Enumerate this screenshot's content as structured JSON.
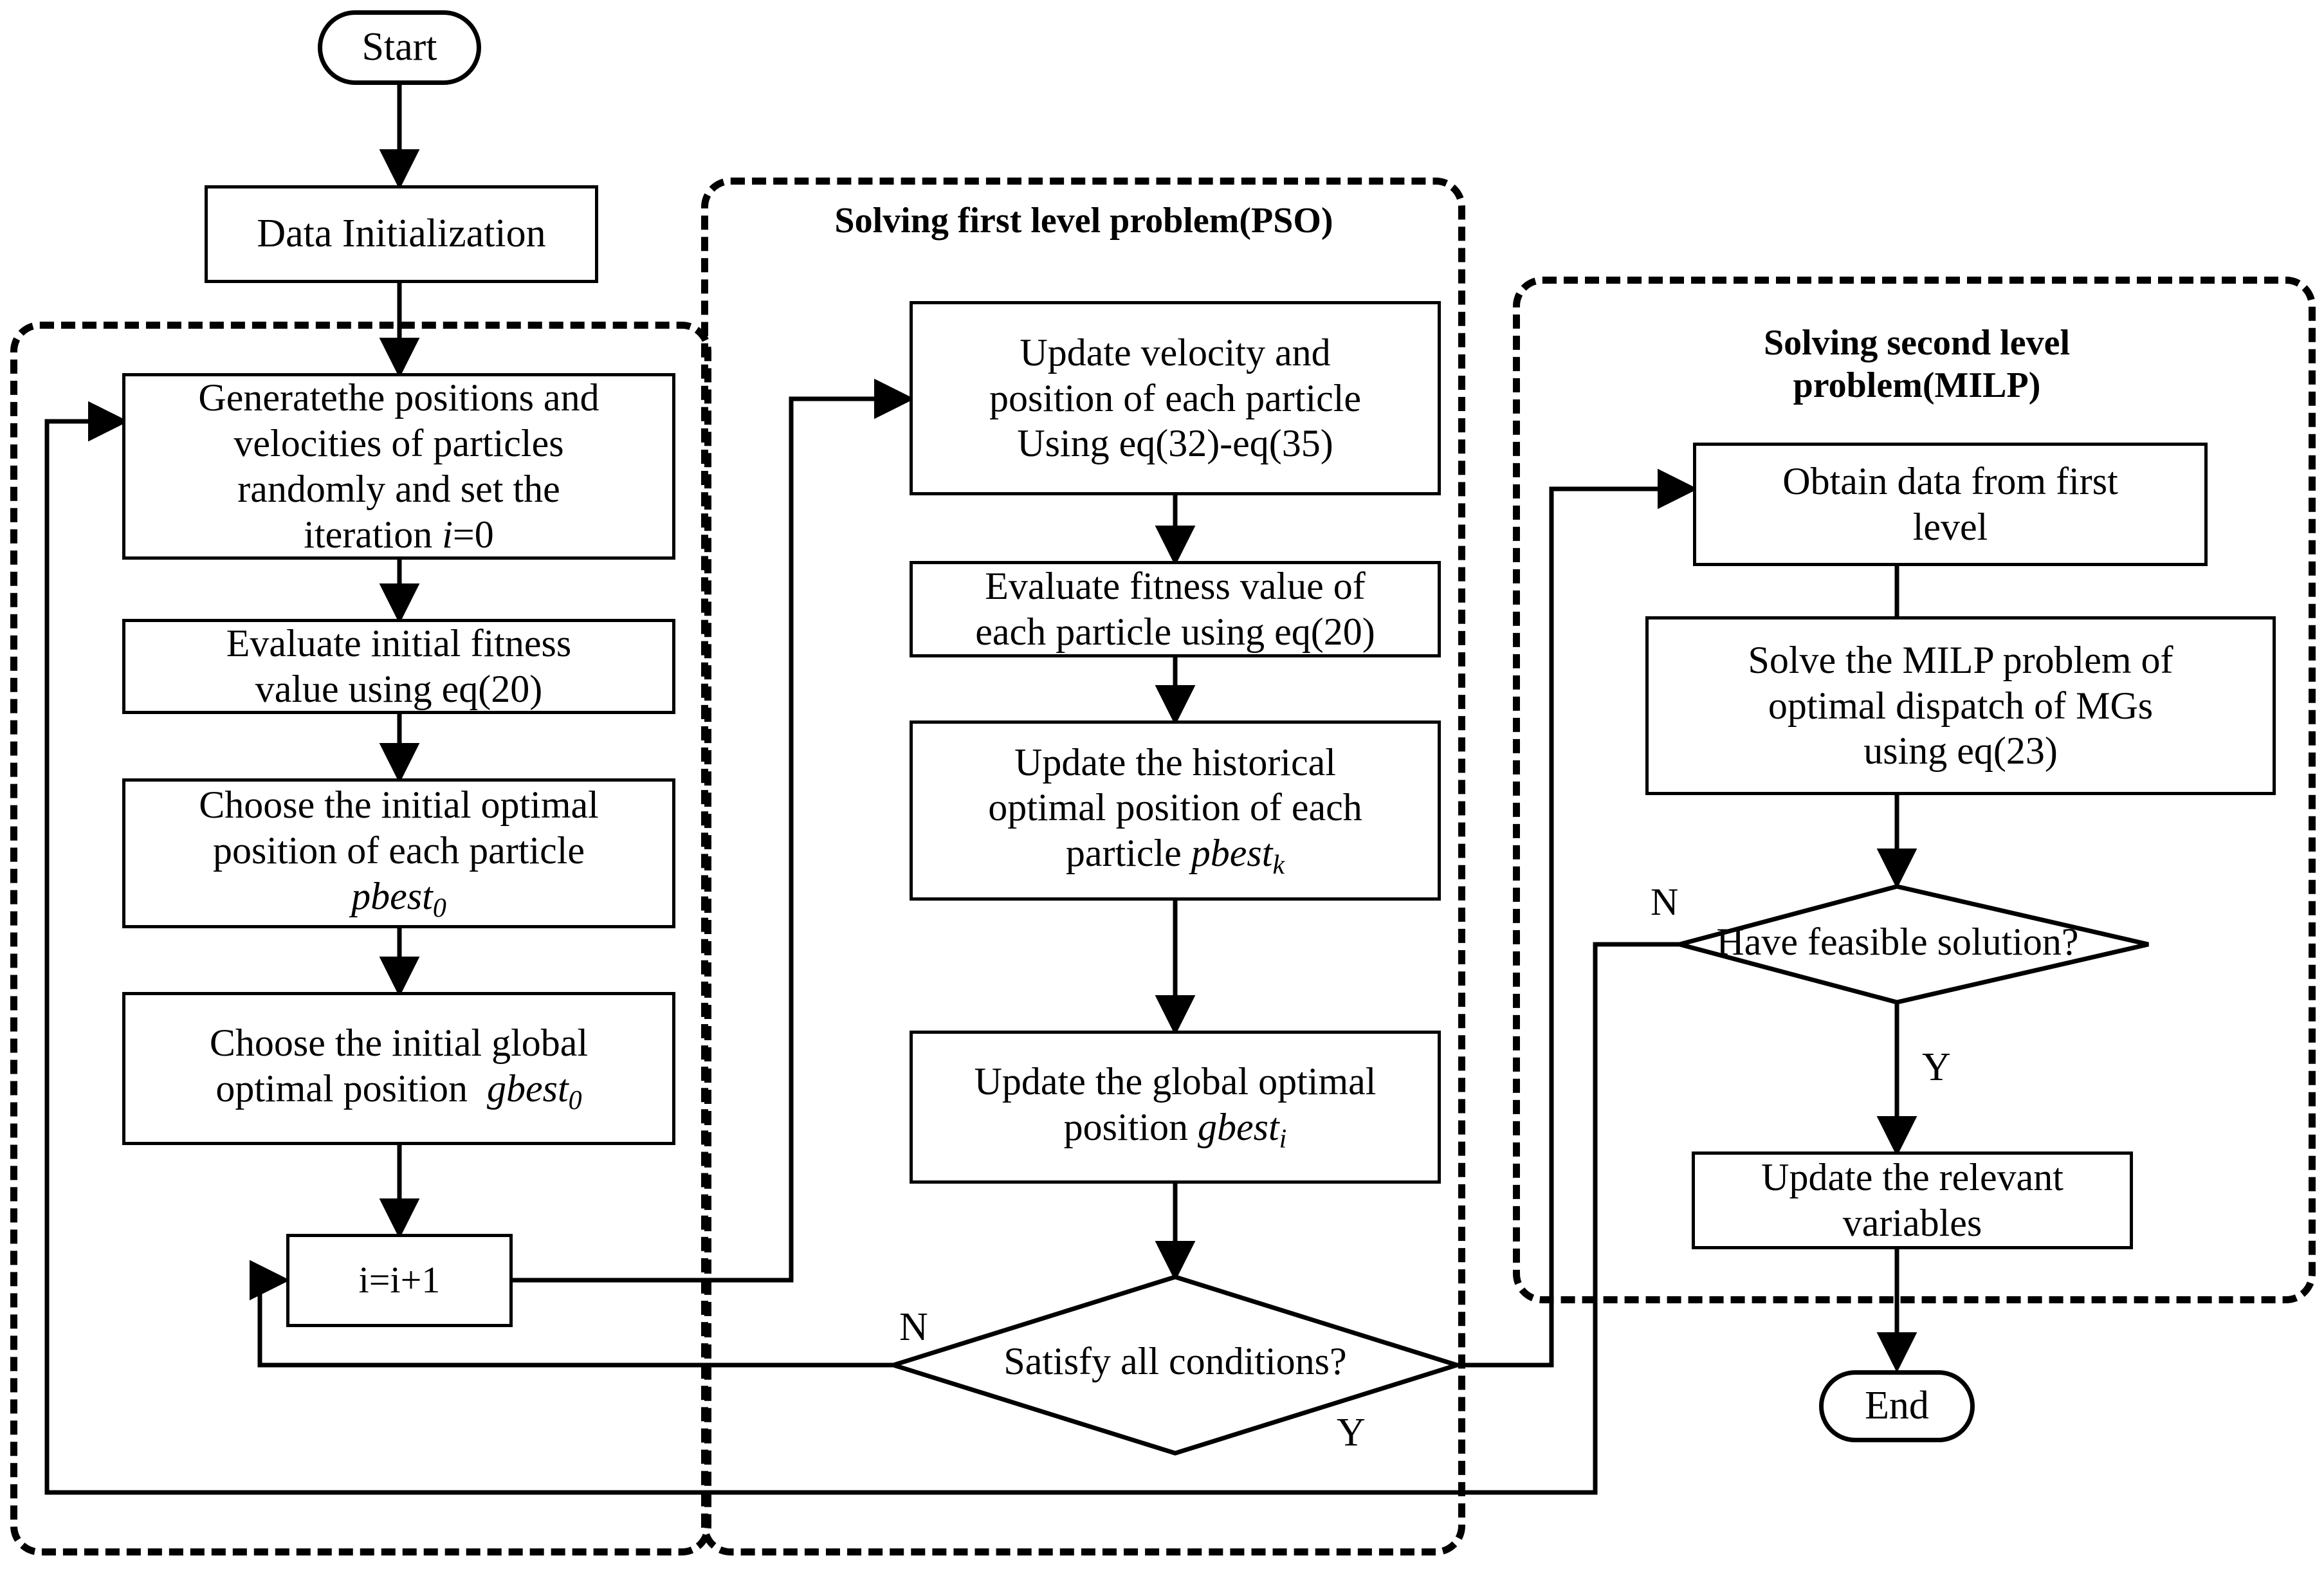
{
  "diagram": {
    "type": "flowchart",
    "title": "Bi-level optimization flowchart (PSO + MILP)",
    "stroke_color": "#000000",
    "background_color": "#ffffff"
  },
  "groups": [
    {
      "id": "left-init",
      "title": "",
      "style": "dashed"
    },
    {
      "id": "pso",
      "title": "Solving first level problem(PSO)",
      "style": "dashed"
    },
    {
      "id": "milp",
      "title_line1": "Solving second level",
      "title_line2": "problem(MILP)",
      "style": "dashed"
    }
  ],
  "nodes": {
    "start": {
      "label": "Start",
      "shape": "terminator"
    },
    "data_init": {
      "label": "Data Initialization",
      "shape": "process"
    },
    "generate": {
      "lines": [
        "Generatethe positions and",
        "velocities of particles",
        "randomly and set the",
        "iteration i=0"
      ],
      "shape": "process"
    },
    "eval_init": {
      "lines": [
        "Evaluate initial fitness",
        "value using eq(20)"
      ],
      "shape": "process"
    },
    "choose_pbest": {
      "lines": [
        "Choose the initial optimal",
        "position of each particle",
        "pbest0"
      ],
      "shape": "process"
    },
    "choose_gbest": {
      "lines": [
        "Choose the initial global",
        "optimal position  gbest0"
      ],
      "shape": "process"
    },
    "increment": {
      "label": "i=i+1",
      "shape": "process"
    },
    "update_vel": {
      "lines": [
        "Update velocity and",
        "position of each particle",
        "Using eq(32)-eq(35)"
      ],
      "shape": "process"
    },
    "eval_fitness": {
      "lines": [
        "Evaluate fitness value of",
        "each particle using eq(20)"
      ],
      "shape": "process"
    },
    "update_pbest": {
      "lines": [
        "Update the historical",
        "optimal position of each",
        "particle pbestk"
      ],
      "shape": "process"
    },
    "update_gbest": {
      "lines": [
        "Update the global optimal",
        "position gbesti"
      ],
      "shape": "process"
    },
    "satisfy": {
      "label": "Satisfy all conditions?",
      "shape": "decision"
    },
    "obtain_data": {
      "lines": [
        "Obtain data from first",
        "level"
      ],
      "shape": "process"
    },
    "solve_milp": {
      "lines": [
        "Solve the MILP problem of",
        "optimal dispatch of MGs",
        "using eq(23)"
      ],
      "shape": "process"
    },
    "feasible": {
      "label": "Have feasible solution?",
      "shape": "decision"
    },
    "update_vars": {
      "lines": [
        "Update the relevant",
        "variables"
      ],
      "shape": "process"
    },
    "end": {
      "label": "End",
      "shape": "terminator"
    }
  },
  "edge_labels": {
    "satisfy_no": "N",
    "satisfy_yes": "Y",
    "feasible_no": "N",
    "feasible_yes": "Y"
  }
}
